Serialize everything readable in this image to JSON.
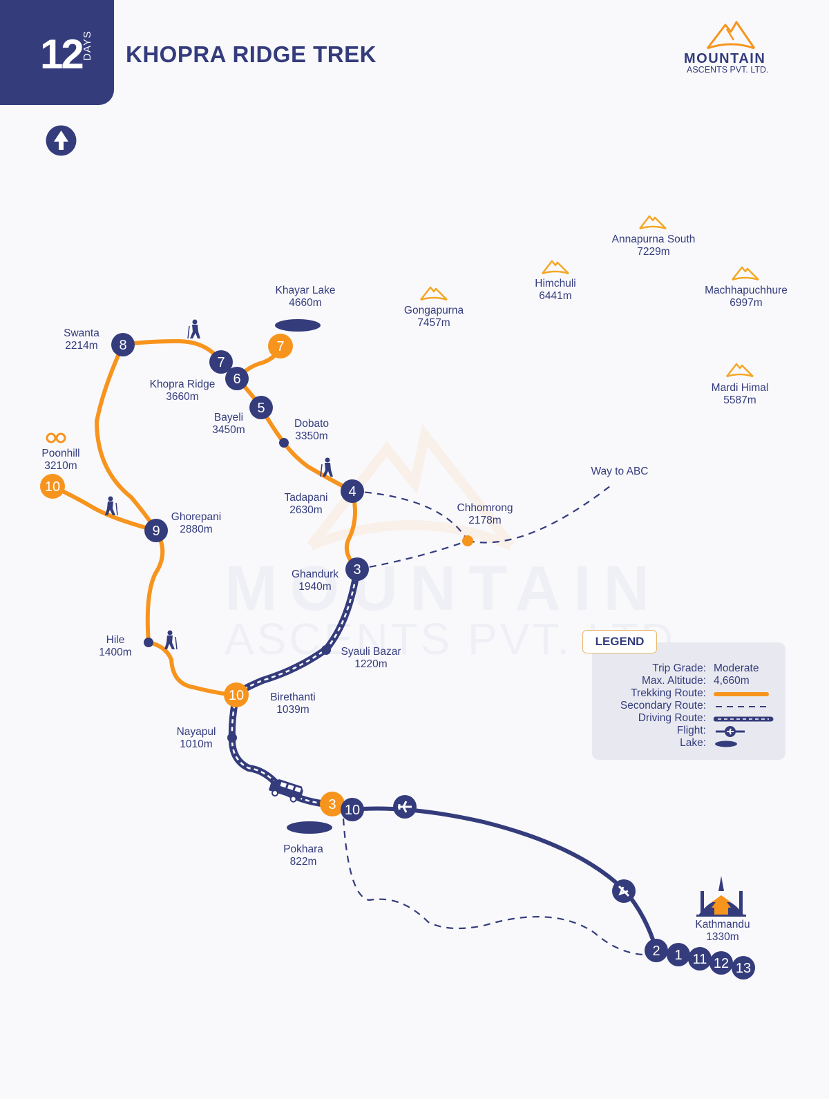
{
  "header": {
    "days_number": "12",
    "days_label": "DAYS",
    "title": "KHOPRA RIDGE TREK"
  },
  "logo": {
    "name": "MOUNTAIN",
    "subtitle": "ASCENTS PVT. LTD."
  },
  "watermark": {
    "line1": "MOUNTAIN",
    "line2": "ASCENTS PVT. LTD."
  },
  "colors": {
    "primary_navy": "#343c7c",
    "accent_orange": "#f7941d",
    "background": "#f9f9fc",
    "legend_bg": "#e8e9f0"
  },
  "peaks": [
    {
      "name": "Annapurna South",
      "altitude": "7229m"
    },
    {
      "name": "Himchuli",
      "altitude": "6441m"
    },
    {
      "name": "Machhapuchhure",
      "altitude": "6997m"
    },
    {
      "name": "Gongapurna",
      "altitude": "7457m"
    },
    {
      "name": "Mardi Himal",
      "altitude": "5587m"
    }
  ],
  "places": {
    "khayar_lake": {
      "name": "Khayar Lake",
      "altitude": "4660m"
    },
    "swanta": {
      "name": "Swanta",
      "altitude": "2214m"
    },
    "khopra_ridge": {
      "name": "Khopra Ridge",
      "altitude": "3660m"
    },
    "bayeli": {
      "name": "Bayeli",
      "altitude": "3450m"
    },
    "dobato": {
      "name": "Dobato",
      "altitude": "3350m"
    },
    "poonhill": {
      "name": "Poonhill",
      "altitude": "3210m"
    },
    "ghorepani": {
      "name": "Ghorepani",
      "altitude": "2880m"
    },
    "tadapani": {
      "name": "Tadapani",
      "altitude": "2630m"
    },
    "chhomrong": {
      "name": "Chhomrong",
      "altitude": "2178m"
    },
    "way_to_abc": {
      "name": "Way to ABC"
    },
    "ghandurk": {
      "name": "Ghandurk",
      "altitude": "1940m"
    },
    "hile": {
      "name": "Hile",
      "altitude": "1400m"
    },
    "syauli_bazar": {
      "name": "Syauli Bazar",
      "altitude": "1220m"
    },
    "birethanti": {
      "name": "Birethanti",
      "altitude": "1039m"
    },
    "nayapul": {
      "name": "Nayapul",
      "altitude": "1010m"
    },
    "pokhara": {
      "name": "Pokhara",
      "altitude": "822m"
    },
    "kathmandu": {
      "name": "Kathmandu",
      "altitude": "1330m"
    }
  },
  "day_markers": {
    "swanta": "8",
    "khopra_7": "7",
    "khopra_6": "6",
    "khayar_7": "7",
    "bayeli": "5",
    "tadapani": "4",
    "ghandurk": "3",
    "poonhill": "10",
    "ghorepani": "9",
    "birethanti": "10",
    "pokhara_3": "3",
    "pokhara_10": "10",
    "ktm_2": "2",
    "ktm_1": "1",
    "ktm_11": "11",
    "ktm_12": "12",
    "ktm_13": "13"
  },
  "legend": {
    "title": "LEGEND",
    "trip_grade_label": "Trip Grade:",
    "trip_grade_value": "Moderate",
    "max_altitude_label": "Max. Altitude:",
    "max_altitude_value": "4,660m",
    "trekking_route_label": "Trekking Route:",
    "secondary_route_label": "Secondary Route:",
    "driving_route_label": "Driving Route:",
    "flight_label": "Flight:",
    "lake_label": "Lake:"
  }
}
